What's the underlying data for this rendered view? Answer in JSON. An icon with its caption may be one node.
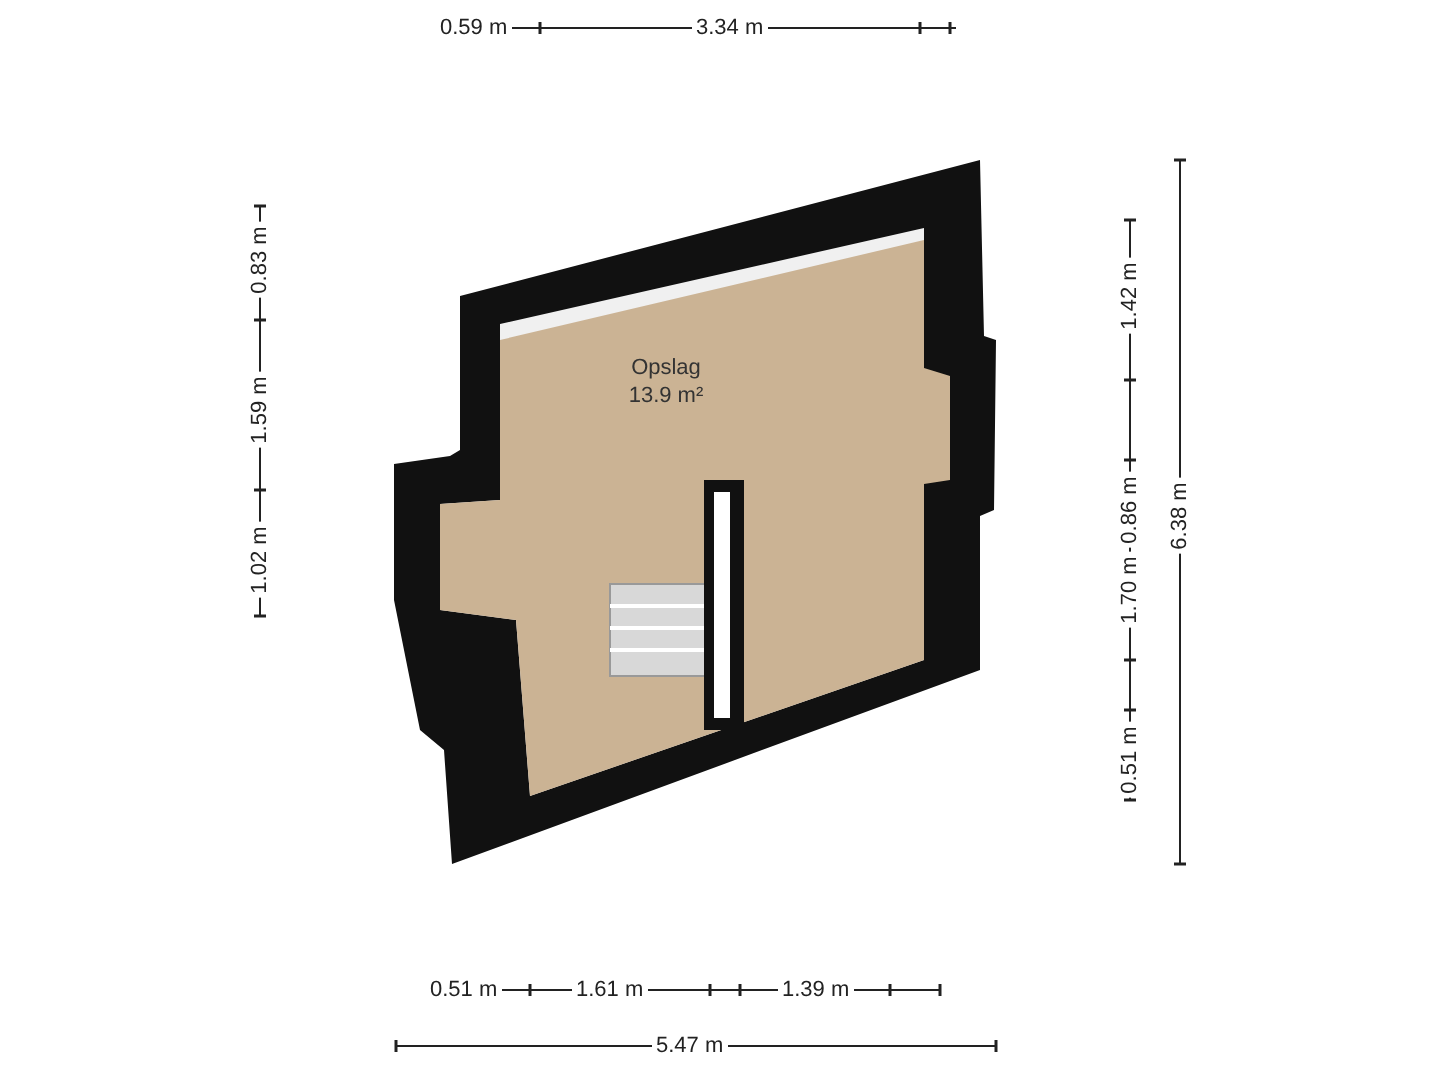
{
  "diagram": {
    "nodes": [
      {
        "text": [
          "Opslag",
          "13.9 m²"
        ]
      }
    ],
    "edges": [],
    "labels": [
      "0.59 m",
      "3.34 m",
      "0.83 m",
      "1.59 m",
      "1.02 m",
      "1.42 m",
      "0.86 m",
      "1.70 m",
      "0.51 m",
      "6.38 m",
      "0.51 m",
      "1.61 m",
      "1.39 m",
      "5.47 m"
    ]
  }
}
